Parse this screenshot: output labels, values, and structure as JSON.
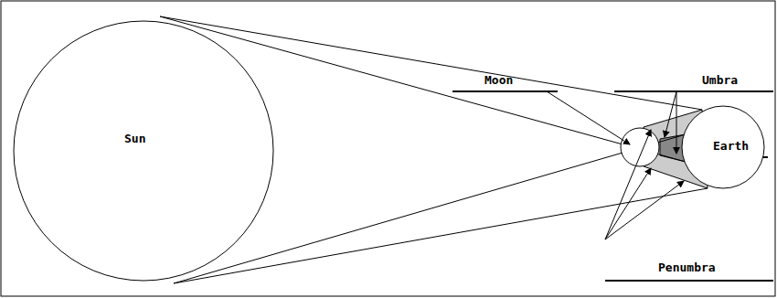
{
  "diagram": {
    "nodes": [
      {
        "text": [
          "Sun"
        ]
      },
      {
        "text": [
          "Earth"
        ]
      }
    ],
    "labels": [
      "Moon",
      "Umbra",
      "Penumbra"
    ]
  }
}
